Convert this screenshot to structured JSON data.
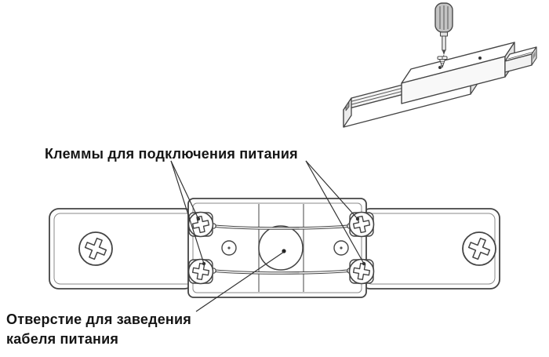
{
  "labels": {
    "terminals": "Клеммы для подключения питания",
    "hole_line1": "Отверстие для заведения",
    "hole_line2": "кабеля питания"
  },
  "colors": {
    "outline": "#444444",
    "text": "#151515",
    "shading": "#e9e9e9",
    "background": "#ffffff"
  }
}
